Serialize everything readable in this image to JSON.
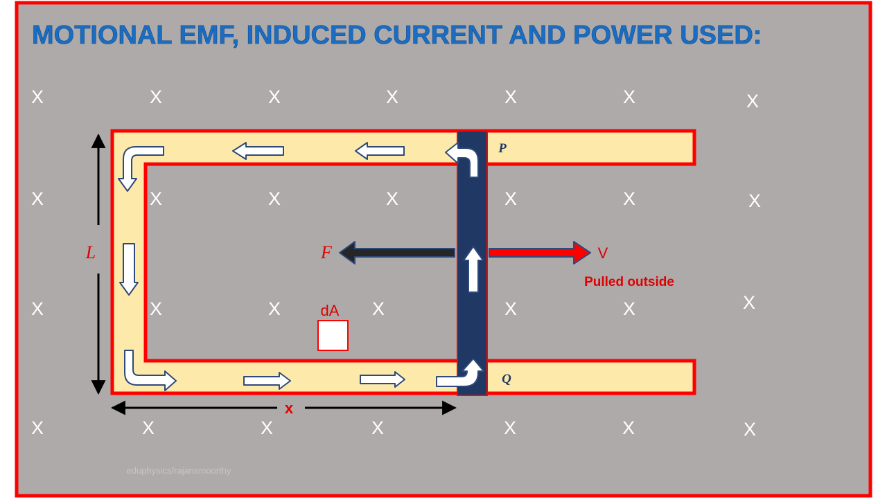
{
  "title": "MOTIONAL EMF, INDUCED CURRENT AND POWER USED:",
  "field_marker": "X",
  "labels": {
    "length": "L",
    "force": "F",
    "velocity": "V",
    "pulled": "Pulled  outside",
    "area_element": "dA",
    "distance": "x",
    "end_top": "P",
    "end_bottom": "Q"
  },
  "watermark": "eduphysics/rajansmoorthy",
  "colors": {
    "background": "#aeaaaa",
    "border": "#ff0000",
    "title": "#1b6dc2",
    "rail_fill": "#fde9a9",
    "rod": "#1f3864",
    "label_red": "#e00000",
    "marker": "#ffffff"
  }
}
